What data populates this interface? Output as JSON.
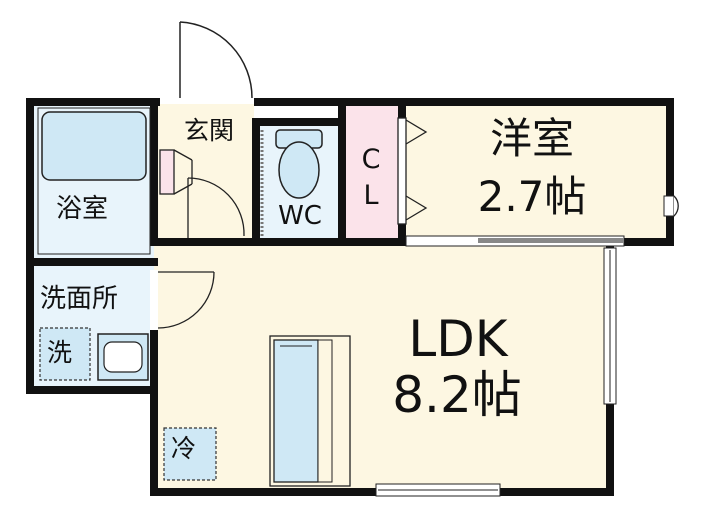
{
  "rooms": {
    "genkan": "玄関",
    "bathroom": "浴室",
    "washroom": "洗面所",
    "washer": "洗",
    "fridge": "冷",
    "wc": "WC",
    "closet_c": "C",
    "closet_l": "L",
    "western_room": "洋室",
    "western_room_area": "2.7帖",
    "ldk": "LDK",
    "ldk_area": "8.2帖"
  },
  "colors": {
    "wall": "#111111",
    "floor": "#fdf7e2",
    "wet_area": "#e8f4fb",
    "fixture": "#cfe8f5",
    "closet": "#fbe3ea"
  }
}
